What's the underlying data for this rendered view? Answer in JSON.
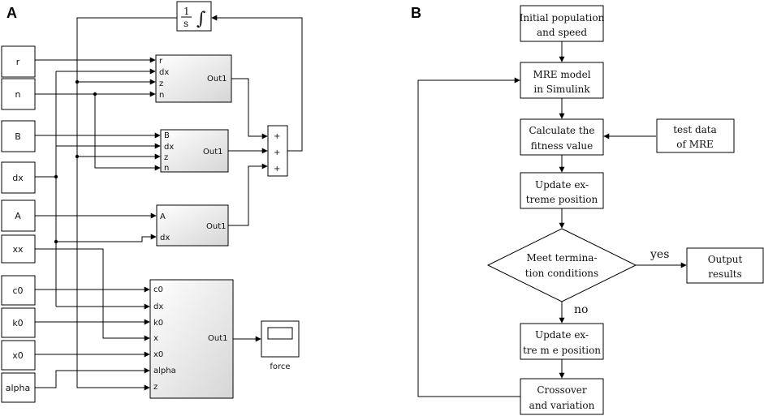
{
  "panels": {
    "a": "A",
    "b": "B"
  },
  "simulink": {
    "integrator": {
      "numer": "1",
      "denom": "s",
      "symbol": "∫"
    },
    "inputs": [
      "r",
      "n",
      "B",
      "dx",
      "A",
      "xx",
      "c0",
      "k0",
      "x0",
      "alpha"
    ],
    "sub1_ports": [
      "r",
      "dx",
      "z",
      "n"
    ],
    "sub2_ports": [
      "B",
      "dx",
      "z",
      "n"
    ],
    "sub3_ports": [
      "A",
      "dx"
    ],
    "sub4_ports": [
      "c0",
      "dx",
      "k0",
      "x",
      "x0",
      "alpha",
      "z"
    ],
    "out_label": "Out1",
    "sum_signs": [
      "+",
      "+",
      "+"
    ],
    "scope_label": "force"
  },
  "flowchart": {
    "init": [
      "Initial population",
      "and speed"
    ],
    "mre_model": [
      "MRE model",
      "in Simulink"
    ],
    "fitness": [
      "Calculate the",
      "fitness value"
    ],
    "test_data": [
      "test data",
      "of MRE"
    ],
    "update1": [
      "Update ex-",
      "treme position"
    ],
    "decision": [
      "Meet termina-",
      "tion conditions"
    ],
    "yes": "yes",
    "no": "no",
    "output": [
      "Output",
      "results"
    ],
    "update2": [
      "Update ex-",
      "tre m e position"
    ],
    "crossover": [
      "Crossover",
      "and variation"
    ]
  }
}
